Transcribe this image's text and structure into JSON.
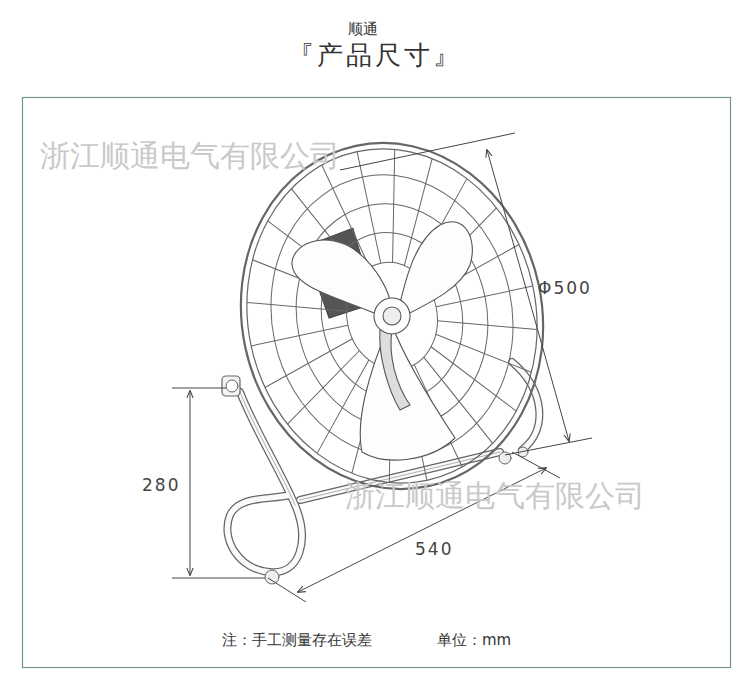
{
  "diagram": {
    "title": "『产品尺寸』",
    "labels": [
      "顺通",
      "浙江顺通电气有限公司",
      "Φ500",
      "280",
      "540",
      "浙江顺通电气有限公司",
      "注：手工测量存在误差",
      "单位：mm"
    ]
  }
}
